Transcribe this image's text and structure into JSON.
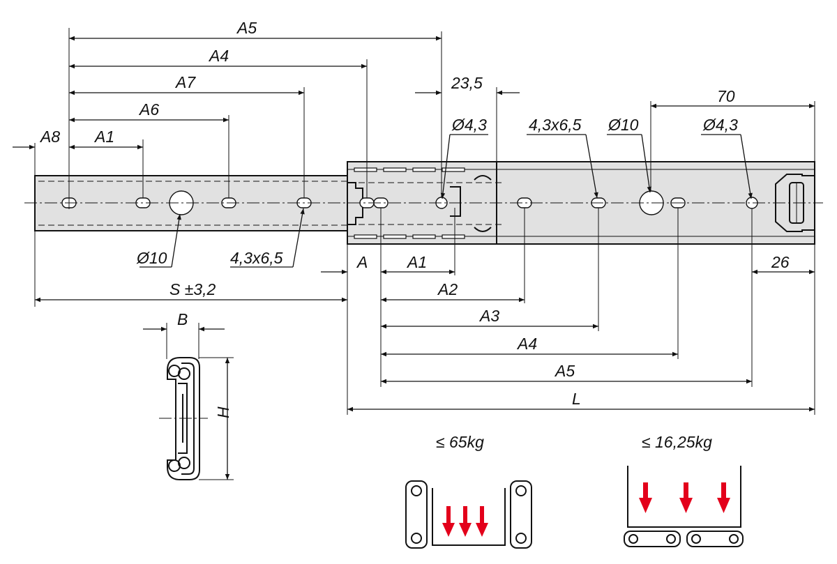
{
  "labels": {
    "A5_top": "A5",
    "A4_top": "A4",
    "A7_top": "A7",
    "A6_top": "A6",
    "A8_top": "A8",
    "A1_top": "A1",
    "dim_23_5": "23,5",
    "dia43_a": "Ø4,3",
    "slot_right": "4,3x6,5",
    "dia10_right": "Ø10",
    "dim_70": "70",
    "dia43_b": "Ø4,3",
    "dia10_left": "Ø10",
    "slot_left": "4,3x6,5",
    "A_bottom": "A",
    "A1_bottom": "A1",
    "dim_26": "26",
    "S": "S ±3,2",
    "A2_bottom": "A2",
    "A3_bottom": "A3",
    "A4_bottom": "A4",
    "A5_bottom": "A5",
    "L": "L",
    "B": "B",
    "H": "H",
    "load_side": "≤ 65kg",
    "load_flat": "≤ 16,25kg"
  },
  "colors": {
    "line": "#111111",
    "body_fill": "#e1e1e1",
    "load_arrow": "#e3001b"
  }
}
